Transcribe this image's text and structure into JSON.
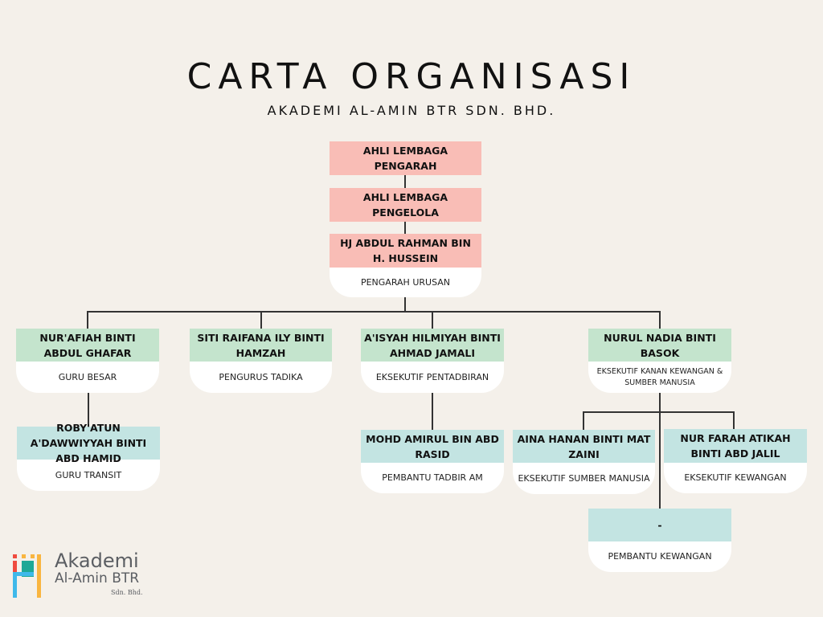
{
  "header": {
    "title": "CARTA ORGANISASI",
    "subtitle": "AKADEMI AL-AMIN BTR SDN. BHD."
  },
  "colors": {
    "background": "#f4f0ea",
    "top_level": "#f9bdb6",
    "second_level": "#c4e4cd",
    "third_level": "#c3e4e2",
    "role_box": "#ffffff",
    "connector": "#333333"
  },
  "chart": {
    "board_directors": {
      "name": "AHLI LEMBAGA PENGARAH"
    },
    "board_managers": {
      "name": "AHLI LEMBAGA PENGELOLA"
    },
    "managing_director": {
      "name": "HJ ABDUL RAHMAN BIN H. HUSSEIN",
      "role": "PENGARAH URUSAN"
    },
    "level2": [
      {
        "name": "NUR'AFIAH BINTI ABDUL GHAFAR",
        "role": "GURU BESAR"
      },
      {
        "name": "SITI RAIFANA ILY BINTI HAMZAH",
        "role": "PENGURUS TADIKA"
      },
      {
        "name": "A'ISYAH HILMIYAH BINTI AHMAD JAMALI",
        "role": "EKSEKUTIF PENTADBIRAN"
      },
      {
        "name": "NURUL NADIA BINTI BASOK",
        "role": "EKSEKUTIF KANAN KEWANGAN & SUMBER MANUSIA"
      }
    ],
    "level3": [
      {
        "name": "ROBY'ATUN A'DAWWIYYAH BINTI ABD HAMID",
        "role": "GURU TRANSIT",
        "reports_to": "NUR'AFIAH BINTI ABDUL GHAFAR"
      },
      {
        "name": "MOHD AMIRUL BIN ABD RASID",
        "role": "PEMBANTU TADBIR AM",
        "reports_to": "A'ISYAH HILMIYAH BINTI AHMAD JAMALI"
      },
      {
        "name": "AINA HANAN BINTI MAT ZAINI",
        "role": "EKSEKUTIF SUMBER MANUSIA",
        "reports_to": "NURUL NADIA BINTI BASOK"
      },
      {
        "name": "NUR FARAH ATIKAH BINTI ABD JALIL",
        "role": "EKSEKUTIF KEWANGAN",
        "reports_to": "NURUL NADIA BINTI BASOK"
      },
      {
        "name": "-",
        "role": "PEMBANTU KEWANGAN",
        "reports_to": "NURUL NADIA BINTI BASOK"
      }
    ]
  },
  "logo": {
    "line1": "Akademi",
    "line2": "Al-Amin BTR",
    "line3": "Sdn. Bhd."
  }
}
